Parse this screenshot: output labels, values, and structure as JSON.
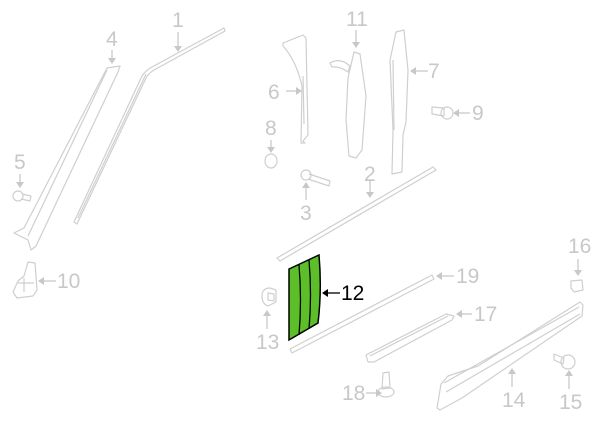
{
  "diagram": {
    "type": "exploded-parts-diagram",
    "highlight_color": "#5cbf2a",
    "dim_color": "#c8c8c8",
    "highlighted_part": "12",
    "callouts": [
      {
        "id": "1",
        "label": "1"
      },
      {
        "id": "2",
        "label": "2"
      },
      {
        "id": "3",
        "label": "3"
      },
      {
        "id": "4",
        "label": "4"
      },
      {
        "id": "5",
        "label": "5"
      },
      {
        "id": "6",
        "label": "6"
      },
      {
        "id": "7",
        "label": "7"
      },
      {
        "id": "8",
        "label": "8"
      },
      {
        "id": "9",
        "label": "9"
      },
      {
        "id": "10",
        "label": "10"
      },
      {
        "id": "11",
        "label": "11"
      },
      {
        "id": "12",
        "label": "12"
      },
      {
        "id": "13",
        "label": "13"
      },
      {
        "id": "14",
        "label": "14"
      },
      {
        "id": "15",
        "label": "15"
      },
      {
        "id": "16",
        "label": "16"
      },
      {
        "id": "17",
        "label": "17"
      },
      {
        "id": "18",
        "label": "18"
      },
      {
        "id": "19",
        "label": "19"
      }
    ]
  }
}
